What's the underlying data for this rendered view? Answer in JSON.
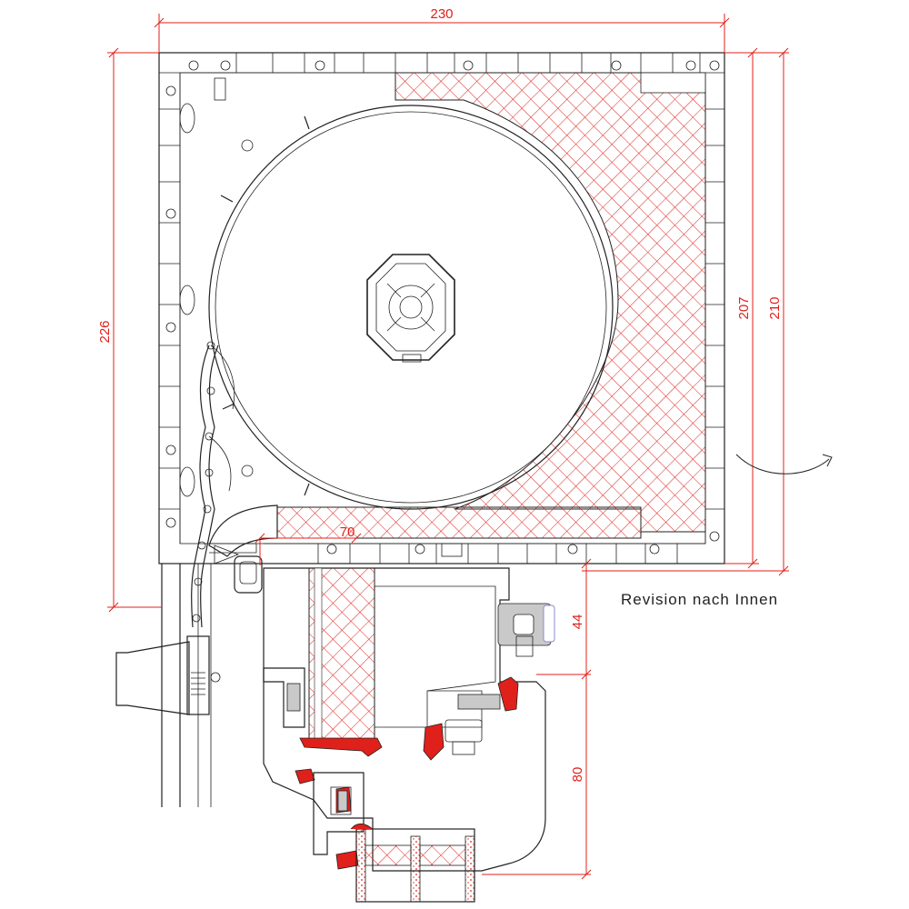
{
  "dimensions": {
    "width_top": "230",
    "height_left": "226",
    "height_right_inner": "207",
    "height_right_outer": "210",
    "small_70": "70",
    "lower_44": "44",
    "lower_80": "80"
  },
  "note": "Revision nach Innen",
  "colors": {
    "dimension": "#e0201a",
    "line": "#222222",
    "hatch": "#e0201a",
    "seal": "#e0201a"
  }
}
